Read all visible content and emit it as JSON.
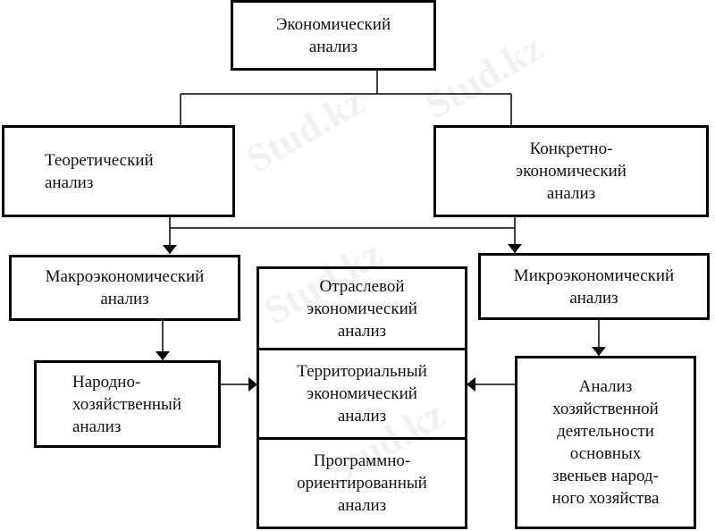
{
  "boxes": {
    "economic": "Экономический\nанализ",
    "theoretical": "Теоретический\nанализ",
    "concrete": "Конкретно-\nэкономический\nанализ",
    "macro": "Макроэкономический\nанализ",
    "micro": "Микроэкономический\nанализ",
    "sectoral": "Отраслевой\nэкономический\nанализ",
    "territorial": "Территориальный\nэкономический\nанализ",
    "program": "Программно-\nориентированный\nанализ",
    "national": "Народно-\nхозяйственный\nанализ",
    "economic_activity": "Анализ\nхозяйственной\nдеятельности\nосновных\nзвеньев народ-\nного хозяйства"
  },
  "watermark": "Stud.kz"
}
